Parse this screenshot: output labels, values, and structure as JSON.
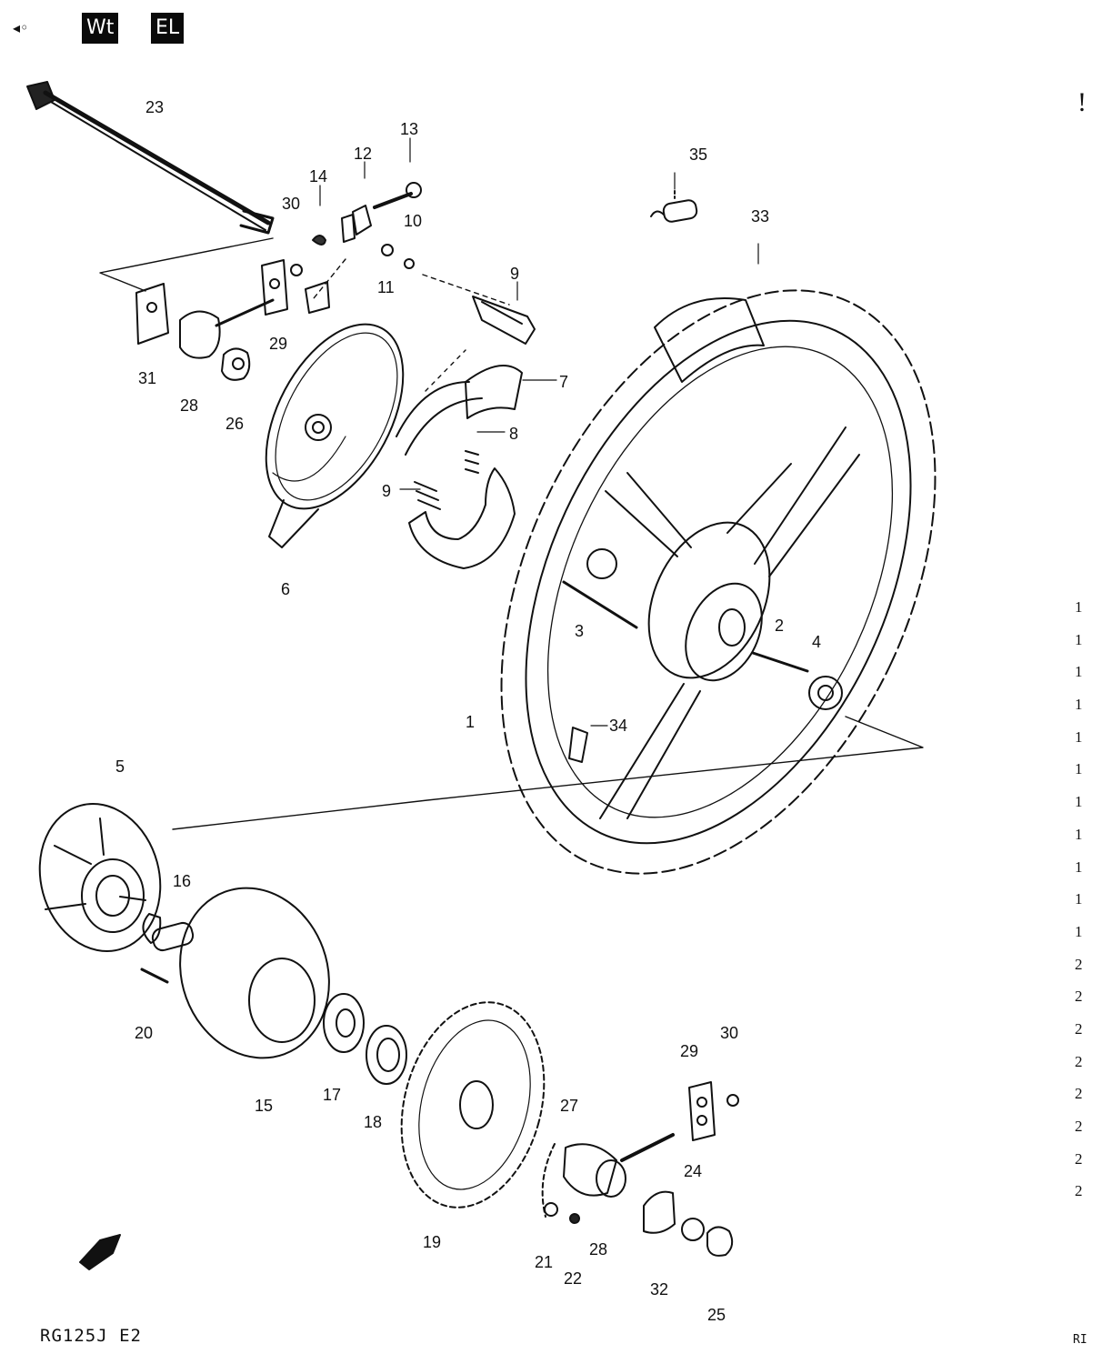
{
  "header": {
    "mark": "◂◦",
    "box1": "Wt",
    "box2": "EL"
  },
  "footer": {
    "model": "RG125J E2",
    "page_ref": "RI"
  },
  "margin_note": "!",
  "margin_column": [
    "1",
    "1",
    "1",
    "1",
    "1",
    "1",
    "1",
    "1",
    "1",
    "1",
    "1",
    "2",
    "2",
    "2",
    "2",
    "2",
    "2",
    "2",
    "2"
  ],
  "callouts": [
    {
      "id": "c23",
      "text": "23"
    },
    {
      "id": "c13",
      "text": "13"
    },
    {
      "id": "c12",
      "text": "12"
    },
    {
      "id": "c14",
      "text": "14"
    },
    {
      "id": "c30a",
      "text": "30"
    },
    {
      "id": "c10",
      "text": "10"
    },
    {
      "id": "c11",
      "text": "11"
    },
    {
      "id": "c9a",
      "text": "9"
    },
    {
      "id": "c35",
      "text": "35"
    },
    {
      "id": "c33",
      "text": "33"
    },
    {
      "id": "c31",
      "text": "31"
    },
    {
      "id": "c29a",
      "text": "29"
    },
    {
      "id": "c28a",
      "text": "28"
    },
    {
      "id": "c26",
      "text": "26"
    },
    {
      "id": "c7",
      "text": "7"
    },
    {
      "id": "c8",
      "text": "8"
    },
    {
      "id": "c9b",
      "text": "9"
    },
    {
      "id": "c6",
      "text": "6"
    },
    {
      "id": "c3",
      "text": "3"
    },
    {
      "id": "c2",
      "text": "2"
    },
    {
      "id": "c4",
      "text": "4"
    },
    {
      "id": "c1",
      "text": "1"
    },
    {
      "id": "c34",
      "text": "34"
    },
    {
      "id": "c5",
      "text": "5"
    },
    {
      "id": "c16",
      "text": "16"
    },
    {
      "id": "c20",
      "text": "20"
    },
    {
      "id": "c15",
      "text": "15"
    },
    {
      "id": "c17",
      "text": "17"
    },
    {
      "id": "c18",
      "text": "18"
    },
    {
      "id": "c19",
      "text": "19"
    },
    {
      "id": "c27",
      "text": "27"
    },
    {
      "id": "c29b",
      "text": "29"
    },
    {
      "id": "c30b",
      "text": "30"
    },
    {
      "id": "c24",
      "text": "24"
    },
    {
      "id": "c21",
      "text": "21"
    },
    {
      "id": "c22",
      "text": "22"
    },
    {
      "id": "c28b",
      "text": "28"
    },
    {
      "id": "c32",
      "text": "32"
    },
    {
      "id": "c25",
      "text": "25"
    }
  ]
}
